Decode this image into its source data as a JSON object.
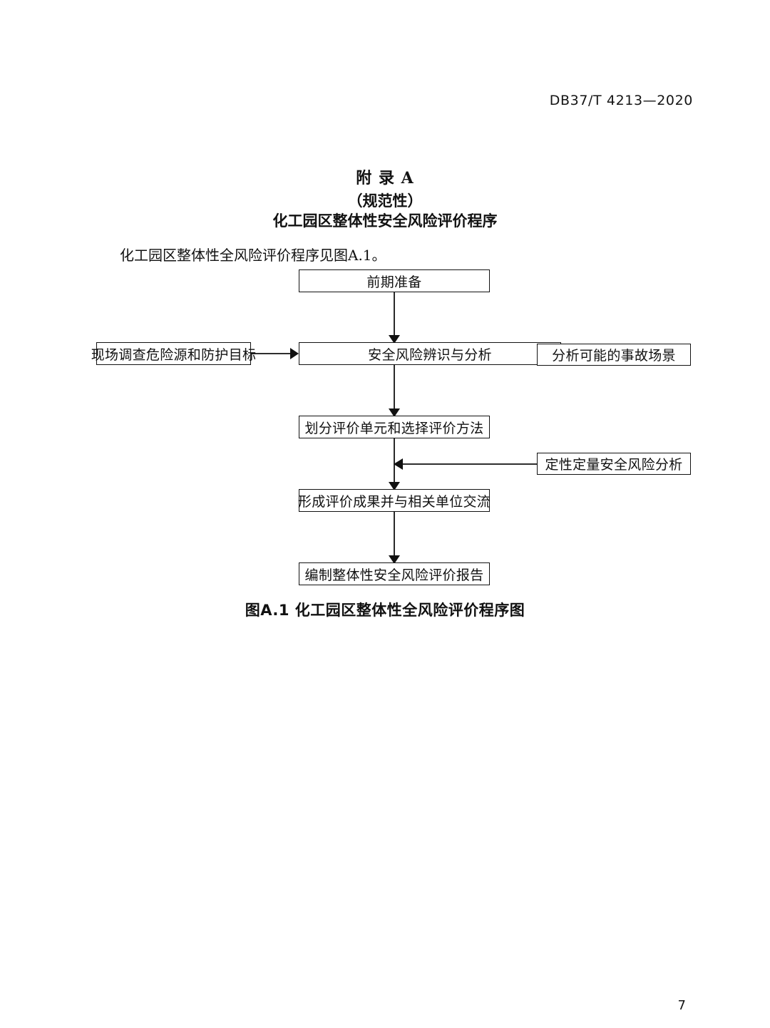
{
  "document": {
    "header_code": "DB37/T 4213—2020",
    "page_number": "7"
  },
  "annex": {
    "title": "附 录 A",
    "kind": "（规范性）",
    "subject": "化工园区整体性安全风险评价程序",
    "intro_paragraph": "化工园区整体性全风险评价程序见图A.1。"
  },
  "figure": {
    "caption": "图A.1  化工园区整体性全风险评价程序图",
    "nodes": {
      "preparation": "前期准备",
      "site_survey": "现场调查危险源和防护目标",
      "risk_identification": "安全风险辨识与分析",
      "accident_scenario": "分析可能的事故场景",
      "unit_method": "划分评价单元和选择评价方法",
      "qualitative_quantitative": "定性定量安全风险分析",
      "results_exchange": "形成评价成果并与相关单位交流",
      "report": "编制整体性安全风险评价报告"
    },
    "edges": [
      {
        "from": "preparation",
        "to": "risk_identification",
        "direction": "down"
      },
      {
        "from": "site_survey",
        "to": "risk_identification",
        "direction": "right"
      },
      {
        "from": "accident_scenario",
        "to": "risk_identification",
        "direction": "left"
      },
      {
        "from": "risk_identification",
        "to": "unit_method",
        "direction": "down"
      },
      {
        "from": "qualitative_quantitative",
        "to": "unit_method_to_results_line",
        "direction": "left"
      },
      {
        "from": "unit_method",
        "to": "results_exchange",
        "direction": "down"
      },
      {
        "from": "results_exchange",
        "to": "report",
        "direction": "down"
      }
    ]
  }
}
